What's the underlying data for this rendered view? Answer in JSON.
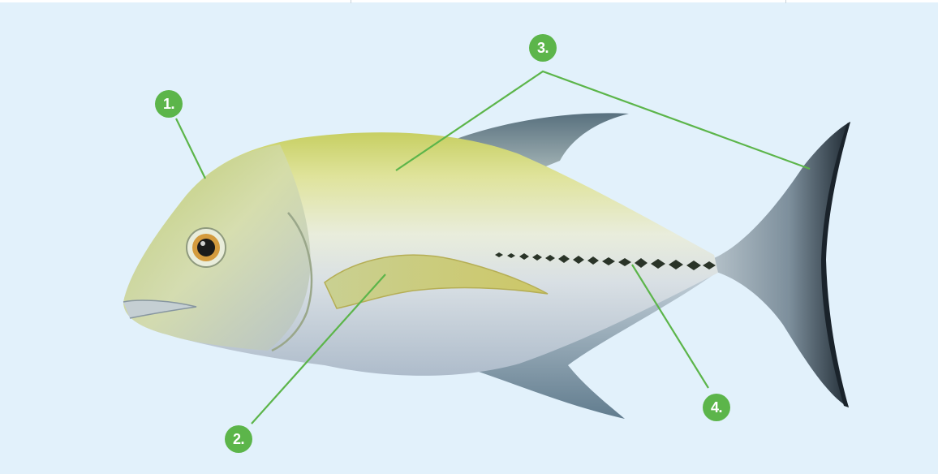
{
  "callouts": [
    {
      "label": "1."
    },
    {
      "label": "2."
    },
    {
      "label": "3."
    },
    {
      "label": "4."
    }
  ],
  "colors": {
    "background": "#e2f1fb",
    "callout_green": "#5cb54a",
    "leader_line": "#5cb54a"
  },
  "illustration": {
    "subject": "fish"
  }
}
